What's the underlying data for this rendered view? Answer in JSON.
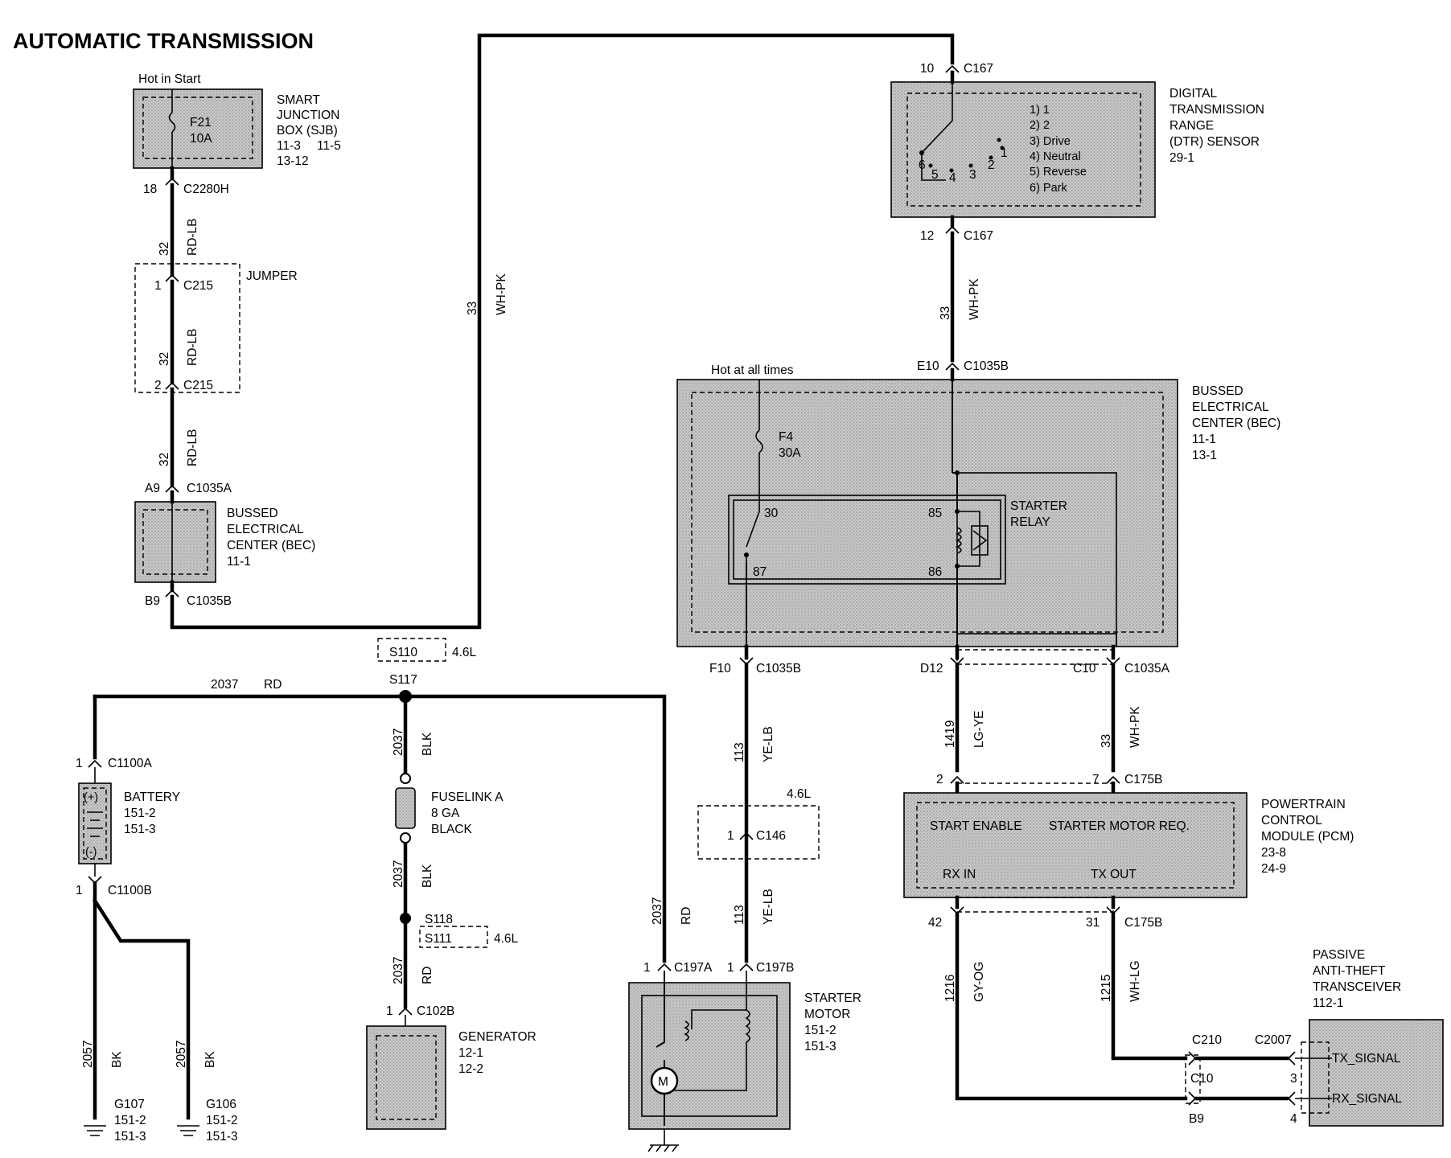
{
  "title": "AUTOMATIC TRANSMISSION",
  "sjb": {
    "hot": "Hot in Start",
    "name": [
      "SMART",
      "JUNCTION",
      "BOX (SJB)"
    ],
    "refs": [
      "11-3",
      "11-5",
      "13-12"
    ],
    "fuse": [
      "F21",
      "10A"
    ]
  },
  "sjb_out": {
    "pin": "18",
    "conn": "C2280H"
  },
  "wire_rdlb": {
    "num": "32",
    "color": "RD-LB"
  },
  "jumper": {
    "name": "JUMPER",
    "pin1": "1",
    "conn1": "C215",
    "pin2": "2",
    "conn2": "C215"
  },
  "bec_small": {
    "pin_top": "A9",
    "conn_top": "C1035A",
    "name": [
      "BUSSED",
      "ELECTRICAL",
      "CENTER (BEC)"
    ],
    "ref": "11-1",
    "pin_bot": "B9",
    "conn_bot": "C1035B"
  },
  "wire_whpk_long": {
    "num": "33",
    "color": "WH-PK"
  },
  "dtr": {
    "pin_top": "10",
    "conn_top": "C167",
    "name": [
      "DIGITAL",
      "TRANSMISSION",
      "RANGE",
      "(DTR) SENSOR"
    ],
    "ref": "29-1",
    "positions": [
      "1) 1",
      "2) 2",
      "3) Drive",
      "4) Neutral",
      "5) Reverse",
      "6) Park"
    ],
    "digits": [
      "1",
      "2",
      "3",
      "4",
      "5",
      "6"
    ],
    "pin_bot": "12",
    "conn_bot": "C167"
  },
  "wire_whpk_dtr": {
    "num": "33",
    "color": "WH-PK"
  },
  "bec_large": {
    "hot": "Hot at all times",
    "pin_top": "E10",
    "conn_top": "C1035B",
    "name": [
      "BUSSED",
      "ELECTRICAL",
      "CENTER (BEC)"
    ],
    "refs": [
      "11-1",
      "13-1"
    ],
    "fuse": [
      "F4",
      "30A"
    ],
    "relay": [
      "STARTER",
      "RELAY"
    ],
    "pins": {
      "p30": "30",
      "p87": "87",
      "p85": "85",
      "p86": "86"
    },
    "out_f10": "F10",
    "out_f10_conn": "C1035B",
    "out_d12": "D12",
    "out_c10": "C10",
    "out_c10_conn": "C1035A"
  },
  "s110": {
    "name": "S110",
    "engine": "4.6L"
  },
  "s117": {
    "name": "S117"
  },
  "wire_2037_rd": {
    "num": "2037",
    "color": "RD"
  },
  "wire_2037_blk": {
    "num": "2037",
    "color": "BLK"
  },
  "battery": {
    "pin_top": "1",
    "conn_top": "C1100A",
    "name": "BATTERY",
    "refs": [
      "151-2",
      "151-3"
    ],
    "plus": "(+)",
    "minus": "(-)",
    "pin_bot": "1",
    "conn_bot": "C1100B"
  },
  "fuselink": {
    "name": [
      "FUSELINK A",
      "8 GA",
      "BLACK"
    ]
  },
  "s118": {
    "name": "S118",
    "alt": "S111",
    "engine": "4.6L"
  },
  "generator": {
    "pin": "1",
    "conn": "C102B",
    "name": "GENERATOR",
    "refs": [
      "12-1",
      "12-2"
    ]
  },
  "grounds": [
    {
      "num": "2057",
      "color": "BK",
      "name": "G107",
      "refs": [
        "151-2",
        "151-3"
      ]
    },
    {
      "num": "2057",
      "color": "BK",
      "name": "G106",
      "refs": [
        "151-2",
        "151-3"
      ]
    }
  ],
  "wire_yelb": {
    "num": "113",
    "color": "YE-LB"
  },
  "c146": {
    "engine": "4.6L",
    "pin": "1",
    "conn": "C146"
  },
  "starter": {
    "pin_a": "1",
    "conn_a": "C197A",
    "pin_b": "1",
    "conn_b": "C197B",
    "name": [
      "STARTER",
      "MOTOR"
    ],
    "refs": [
      "151-2",
      "151-3"
    ],
    "motor": "M"
  },
  "wire_lgye": {
    "num": "1419",
    "color": "LG-YE"
  },
  "wire_whpk_pcm": {
    "num": "33",
    "color": "WH-PK"
  },
  "pcm": {
    "pin_a": "2",
    "pin_b": "7",
    "conn_top": "C175B",
    "name": [
      "POWERTRAIN",
      "CONTROL",
      "MODULE (PCM)"
    ],
    "refs": [
      "23-8",
      "24-9"
    ],
    "start_enable": "START ENABLE",
    "starter_req": "STARTER MOTOR REQ.",
    "rx_in": "RX IN",
    "tx_out": "TX OUT",
    "pin_c": "42",
    "pin_d": "31",
    "conn_bot": "C175B"
  },
  "wire_gyog": {
    "num": "1216",
    "color": "GY-OG"
  },
  "wire_whlg": {
    "num": "1215",
    "color": "WH-LG"
  },
  "inline": {
    "c210": "C210",
    "c10": "C10",
    "b9": "B9",
    "c2007": "C2007",
    "pin3": "3",
    "pin4": "4"
  },
  "pats": {
    "name": [
      "PASSIVE",
      "ANTI-THEFT",
      "TRANSCEIVER"
    ],
    "ref": "112-1",
    "tx": "TX_SIGNAL",
    "rx": "RX_SIGNAL"
  }
}
